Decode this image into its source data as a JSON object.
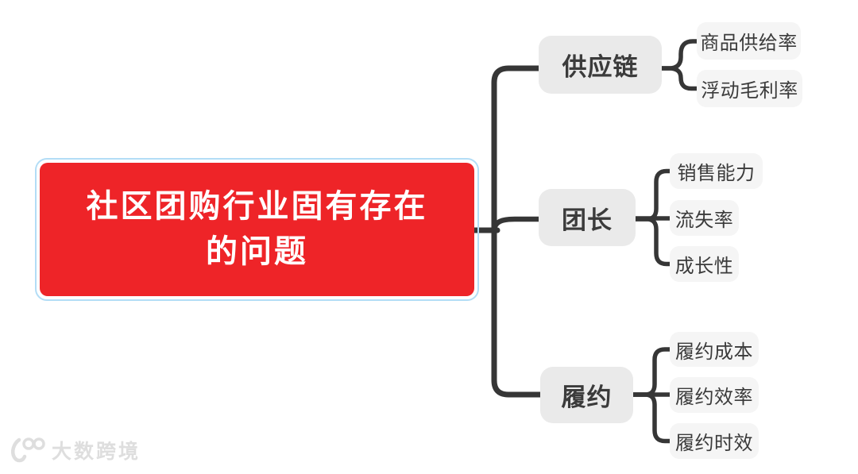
{
  "root": {
    "label": "社区团购行业固有存在的问题",
    "lines": [
      "社区团购行业固有存在",
      "的问题"
    ],
    "selected": true
  },
  "branches": [
    {
      "id": "supply-chain",
      "label": "供应链",
      "children": [
        {
          "label": "商品供给率"
        },
        {
          "label": "浮动毛利率"
        }
      ]
    },
    {
      "id": "group-leader",
      "label": "团长",
      "children": [
        {
          "label": "销售能力"
        },
        {
          "label": "流失率"
        },
        {
          "label": "成长性"
        }
      ]
    },
    {
      "id": "fulfillment",
      "label": "履约",
      "children": [
        {
          "label": "履约成本"
        },
        {
          "label": "履约效率"
        },
        {
          "label": "履约时效"
        }
      ]
    }
  ],
  "watermark": {
    "logo": "100-logo",
    "text": "大数跨境"
  },
  "colors": {
    "canvas_bg": "#ffffff",
    "root_bg": "#ee2428",
    "root_text": "#ffffff",
    "selection": "#b3ddf6",
    "branch_bg": "#eaeaea",
    "leaf_bg": "#f5f5f5",
    "node_text": "#3b3b3b",
    "connector": "#363636",
    "watermark": "#dedede"
  }
}
